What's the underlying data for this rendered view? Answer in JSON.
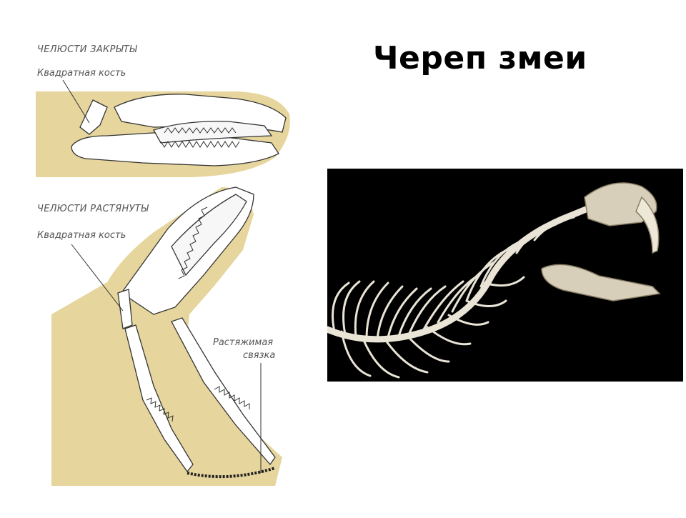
{
  "slide": {
    "title": "Череп змеи"
  },
  "diagram": {
    "closed_heading": "ЧЕЛЮСТИ ЗАКРЫТЫ",
    "closed_quadrate_label": "Квадратная кость",
    "open_heading": "ЧЕЛЮСТИ РАСТЯНУТЫ",
    "open_quadrate_label": "Квадратная кость",
    "ligament_label_line1": "Растяжимая",
    "ligament_label_line2": "связка"
  },
  "colors": {
    "head_fill": "#e6d59c",
    "bone": "#ffffff",
    "ink": "#333333",
    "photo_bg": "#000000",
    "photo_bone": "#e9e4d6"
  }
}
